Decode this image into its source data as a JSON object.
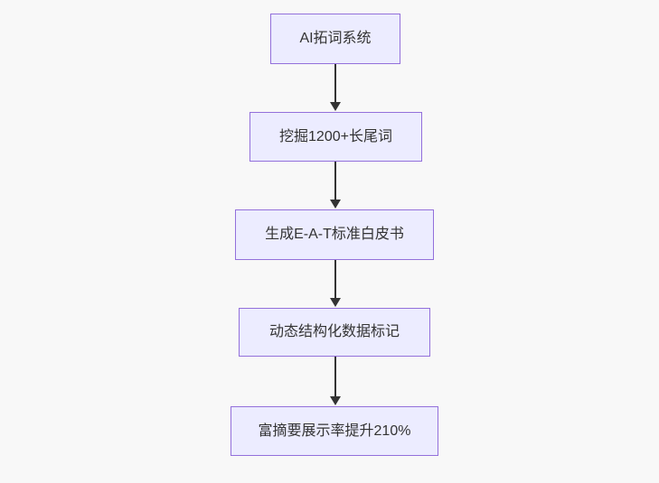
{
  "diagram": {
    "type": "flowchart",
    "direction": "top-down",
    "nodes": [
      {
        "id": "A",
        "label": "AI拓词系统"
      },
      {
        "id": "B",
        "label": "挖掘1200+长尾词"
      },
      {
        "id": "C",
        "label": "生成E-A-T标准白皮书"
      },
      {
        "id": "D",
        "label": "动态结构化数据标记"
      },
      {
        "id": "E",
        "label": "富摘要展示率提升210%"
      }
    ],
    "edges": [
      {
        "from": "A",
        "to": "B"
      },
      {
        "from": "B",
        "to": "C"
      },
      {
        "from": "C",
        "to": "D"
      },
      {
        "from": "D",
        "to": "E"
      }
    ]
  },
  "colors": {
    "background": "#f8f8f8",
    "node_fill": "#ECECFF",
    "node_border": "#9370DB",
    "node_text": "#333333",
    "arrow": "#333333"
  }
}
